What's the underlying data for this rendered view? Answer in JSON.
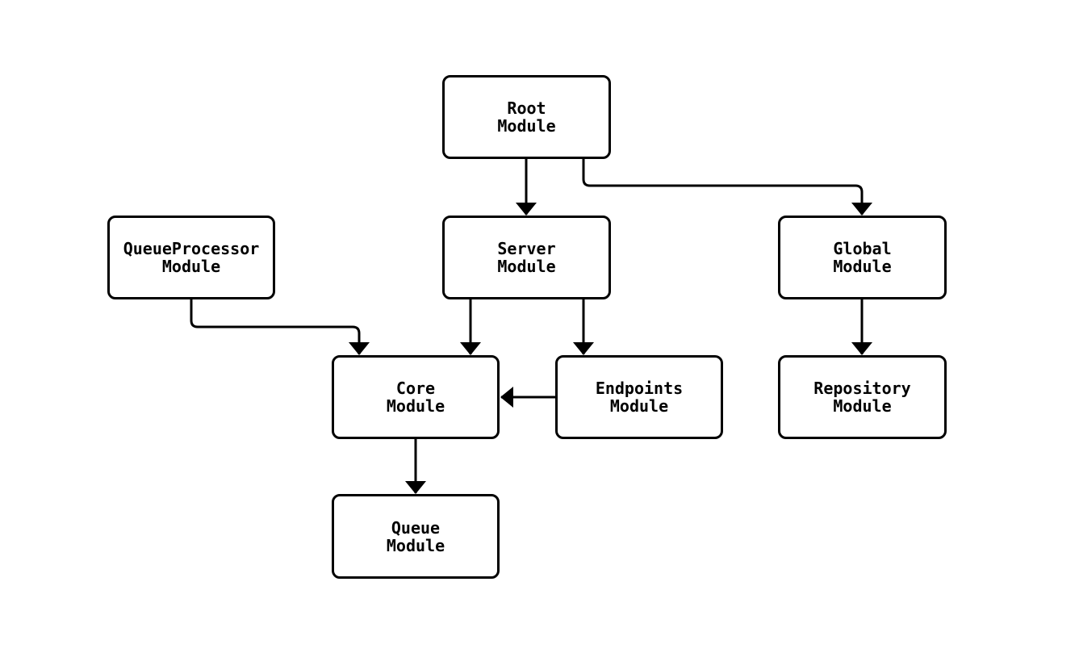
{
  "diagram": {
    "type": "module-dependency-flowchart",
    "background_color": "#ffffff",
    "node_fill_color": "#ffffff",
    "node_border_color": "#000000",
    "edge_color": "#000000",
    "text_color": "#000000",
    "nodes": [
      {
        "id": "root",
        "line1": "Root",
        "line2": "Module"
      },
      {
        "id": "queueprocessor",
        "line1": "QueueProcessor",
        "line2": "Module"
      },
      {
        "id": "server",
        "line1": "Server",
        "line2": "Module"
      },
      {
        "id": "global",
        "line1": "Global",
        "line2": "Module"
      },
      {
        "id": "core",
        "line1": "Core",
        "line2": "Module"
      },
      {
        "id": "endpoints",
        "line1": "Endpoints",
        "line2": "Module"
      },
      {
        "id": "repository",
        "line1": "Repository",
        "line2": "Module"
      },
      {
        "id": "queue",
        "line1": "Queue",
        "line2": "Module"
      }
    ],
    "edges": [
      {
        "from": "root",
        "to": "server"
      },
      {
        "from": "root",
        "to": "global"
      },
      {
        "from": "queueprocessor",
        "to": "core"
      },
      {
        "from": "server",
        "to": "core"
      },
      {
        "from": "server",
        "to": "endpoints"
      },
      {
        "from": "endpoints",
        "to": "core"
      },
      {
        "from": "global",
        "to": "repository"
      },
      {
        "from": "core",
        "to": "queue"
      }
    ]
  }
}
